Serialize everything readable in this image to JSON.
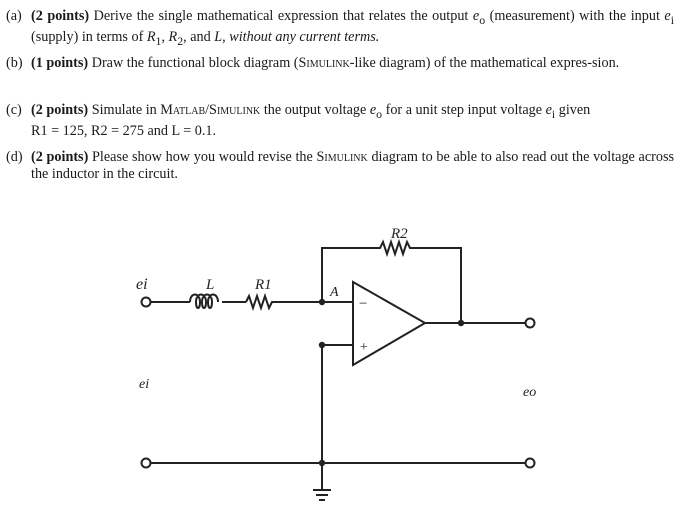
{
  "items": [
    {
      "label": "(a)",
      "points": "(2 points)",
      "parts": [
        "Derive the single mathematical expression that relates the output ",
        "e",
        "o",
        " (measurement) with the input ",
        "e",
        "i",
        " (supply) in terms of ",
        "R",
        "1",
        ", ",
        "R",
        "2",
        ", and ",
        "L",
        ", ",
        "without any current terms."
      ]
    },
    {
      "label": "(b)",
      "points": "(1 points)",
      "text1": "Draw the functional block diagram (",
      "sc1": "Simulink",
      "text2": "-like diagram) of the mathematical expres-sion."
    },
    {
      "label": "(c)",
      "points": "(2 points)",
      "text1": "Simulate in ",
      "sc1": "Matlab/Simulink",
      "text2": " the output voltage ",
      "eo": "e",
      "eo_sub": "o",
      "text3": " for a unit step input voltage ",
      "ei": "e",
      "ei_sub": "i",
      "text4": " given",
      "line2": "R1 = 125, R2 = 275 and L = 0.1."
    },
    {
      "label": "(d)",
      "points": "(2 points)",
      "text1": "Please show how you would revise the ",
      "sc1": "Simulink",
      "text2": " diagram to be able to also read out the voltage across the inductor in the circuit."
    }
  ],
  "circuit": {
    "label_r2": "R2",
    "label_l": "L",
    "label_r1": "R1",
    "label_a": "A",
    "label_minus": "−",
    "label_plus": "+",
    "label_ei_hand": "ei",
    "label_ei": "ei",
    "label_eo": "eo"
  }
}
